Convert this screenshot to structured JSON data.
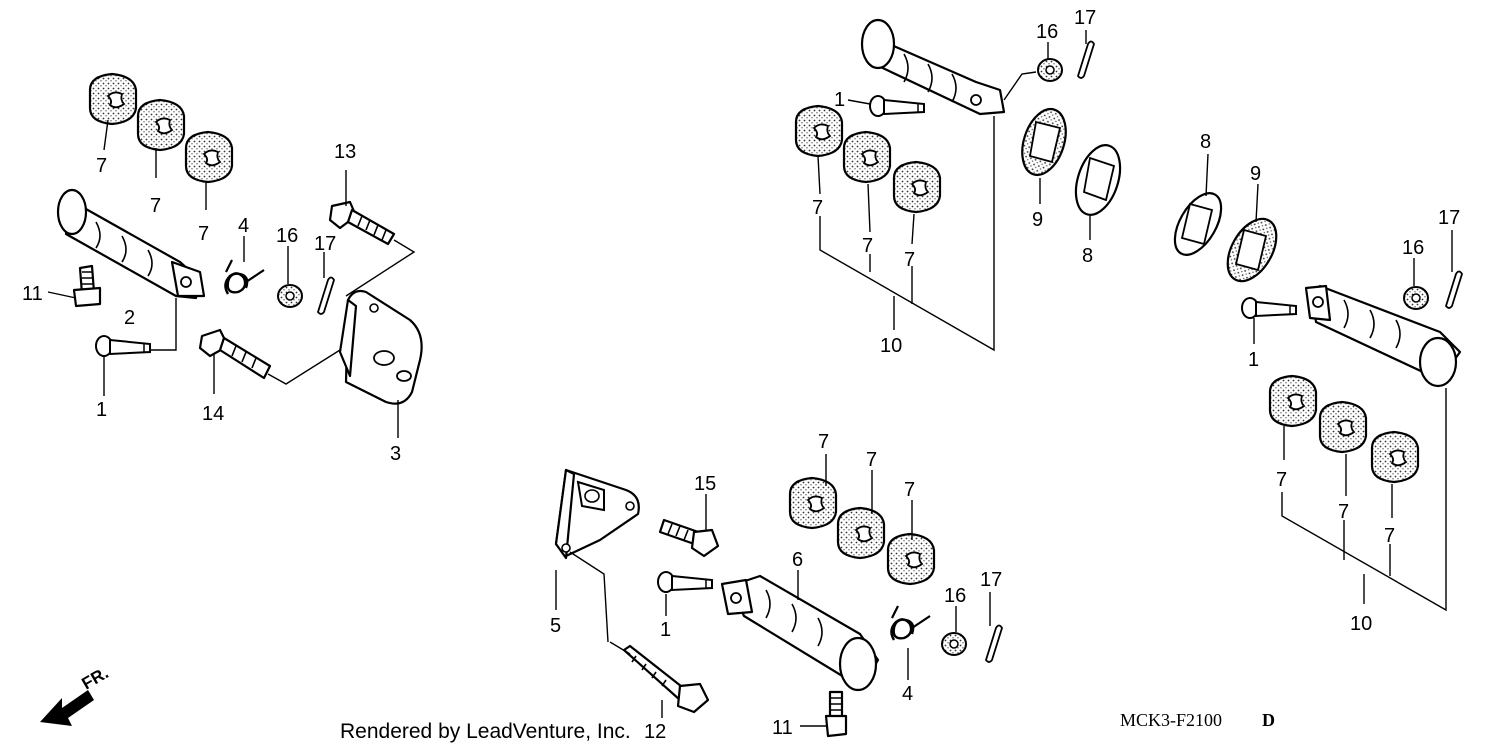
{
  "footer": {
    "render_credit": "Rendered by LeadVenture, Inc.",
    "diagram_code": "MCK3-F2100",
    "diagram_revision": "D",
    "direction_label": "FR."
  },
  "callouts": [
    {
      "id": "c-7a",
      "text": "7"
    },
    {
      "id": "c-7b",
      "text": "7"
    },
    {
      "id": "c-7c",
      "text": "7"
    },
    {
      "id": "c-11a",
      "text": "11"
    },
    {
      "id": "c-2",
      "text": "2"
    },
    {
      "id": "c-4a",
      "text": "4"
    },
    {
      "id": "c-16a",
      "text": "16"
    },
    {
      "id": "c-17a",
      "text": "17"
    },
    {
      "id": "c-13",
      "text": "13"
    },
    {
      "id": "c-1a",
      "text": "1"
    },
    {
      "id": "c-14",
      "text": "14"
    },
    {
      "id": "c-3",
      "text": "3"
    },
    {
      "id": "c-16b",
      "text": "16"
    },
    {
      "id": "c-17b",
      "text": "17"
    },
    {
      "id": "c-1b",
      "text": "1"
    },
    {
      "id": "c-7d",
      "text": "7"
    },
    {
      "id": "c-7e",
      "text": "7"
    },
    {
      "id": "c-7f",
      "text": "7"
    },
    {
      "id": "c-10a",
      "text": "10"
    },
    {
      "id": "c-9a",
      "text": "9"
    },
    {
      "id": "c-8a",
      "text": "8"
    },
    {
      "id": "c-8b",
      "text": "8"
    },
    {
      "id": "c-9b",
      "text": "9"
    },
    {
      "id": "c-17c",
      "text": "17"
    },
    {
      "id": "c-16c",
      "text": "16"
    },
    {
      "id": "c-1c",
      "text": "1"
    },
    {
      "id": "c-7g",
      "text": "7"
    },
    {
      "id": "c-7h",
      "text": "7"
    },
    {
      "id": "c-7i",
      "text": "7"
    },
    {
      "id": "c-10b",
      "text": "10"
    },
    {
      "id": "c-5",
      "text": "5"
    },
    {
      "id": "c-15",
      "text": "15"
    },
    {
      "id": "c-1d",
      "text": "1"
    },
    {
      "id": "c-6",
      "text": "6"
    },
    {
      "id": "c-7j",
      "text": "7"
    },
    {
      "id": "c-7k",
      "text": "7"
    },
    {
      "id": "c-7l",
      "text": "7"
    },
    {
      "id": "c-16d",
      "text": "16"
    },
    {
      "id": "c-17d",
      "text": "17"
    },
    {
      "id": "c-4b",
      "text": "4"
    },
    {
      "id": "c-11b",
      "text": "11"
    },
    {
      "id": "c-12",
      "text": "12"
    }
  ]
}
